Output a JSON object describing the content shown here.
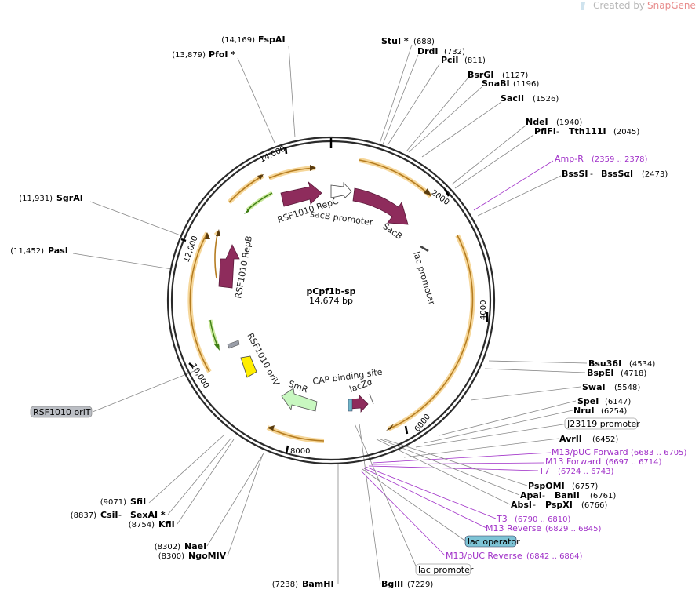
{
  "watermark": {
    "prefix": "Created by ",
    "brand": "SnapGene"
  },
  "plasmid": {
    "name": "pCpf1b-sp",
    "size": "14,674 bp"
  },
  "ticks": {
    "t2000": "2000",
    "t4000": "4000",
    "t6000": "6000",
    "t8000": "8000",
    "t10000": "10,000",
    "t12000": "12,000",
    "t14000": "14,000"
  },
  "features": {
    "rsf_repc": "RSF1010 RepC",
    "sacb_promoter": "sacB promoter",
    "sacb": "SacB",
    "lac_promoter_inner": "lac promoter",
    "rsf_repb": "RSF1010 RepB",
    "rsf_oriv": "RSF1010 oriV",
    "smr": "SmR",
    "cap_site": "CAP binding site",
    "lacza": "lacZα"
  },
  "sites": {
    "fspai": {
      "name": "FspAI",
      "pos": "(14,169)"
    },
    "pfoi": {
      "name": "PfoI *",
      "pos": "(13,879)"
    },
    "stui": {
      "name": "StuI *",
      "pos": "(688)"
    },
    "drdi": {
      "name": "DrdI",
      "pos": "(732)"
    },
    "pcii": {
      "name": "PciI",
      "pos": "(811)"
    },
    "bsrgi": {
      "name": "BsrGI",
      "pos": "(1127)"
    },
    "snabi": {
      "name": "SnaBI",
      "pos": "(1196)"
    },
    "sacii": {
      "name": "SacII",
      "pos": "(1526)"
    },
    "ndei": {
      "name": "NdeI",
      "pos": "(1940)"
    },
    "pflfi": {
      "name": "PflFI",
      "sep": " - ",
      "name2": "Tth111I",
      "pos": "(2045)"
    },
    "ampr": {
      "name": "Amp-R",
      "pos": "(2359 .. 2378)"
    },
    "bsssi": {
      "name": "BssSI",
      "sep": " - ",
      "name2": "BssSαI",
      "pos": "(2473)"
    },
    "sgrai": {
      "name": "SgrAI",
      "pos": "(11,931)"
    },
    "pasi": {
      "name": "PasI",
      "pos": "(11,452)"
    },
    "bsu36i": {
      "name": "Bsu36I",
      "pos": "(4534)"
    },
    "bspei": {
      "name": "BspEI",
      "pos": "(4718)"
    },
    "swai": {
      "name": "SwaI",
      "pos": "(5548)"
    },
    "spei": {
      "name": "SpeI",
      "pos": "(6147)"
    },
    "nrui": {
      "name": "NruI",
      "pos": "(6254)"
    },
    "j23119": {
      "name": "J23119 promoter"
    },
    "avrii": {
      "name": "AvrII",
      "pos": "(6452)"
    },
    "m13puc_fwd": {
      "name": "M13/pUC Forward",
      "pos": "(6683 .. 6705)"
    },
    "m13_fwd": {
      "name": "M13 Forward",
      "pos": "(6697 .. 6714)"
    },
    "t7": {
      "name": "T7",
      "pos": "(6724 .. 6743)"
    },
    "pspomi": {
      "name": "PspOMI",
      "pos": "(6757)"
    },
    "apai": {
      "name": "ApaI",
      "sep": " - ",
      "name2": "BanII",
      "pos": "(6761)"
    },
    "absi": {
      "name": "AbsI",
      "sep": " - ",
      "name2": "PspXI",
      "pos": "(6766)"
    },
    "t3": {
      "name": "T3",
      "pos": "(6790 .. 6810)"
    },
    "m13_rev": {
      "name": "M13 Reverse",
      "pos": "(6829 .. 6845)"
    },
    "lac_operator": {
      "name": "lac operator"
    },
    "m13puc_rev": {
      "name": "M13/pUC Reverse",
      "pos": "(6842 .. 6864)"
    },
    "lac_promoter_out": {
      "name": "lac promoter"
    },
    "bglii": {
      "name": "BglII",
      "pos": "(7229)"
    },
    "bamhi": {
      "name": "BamHI",
      "pos": "(7238)"
    },
    "ngomiv": {
      "name": "NgoMIV",
      "pos": "(8300)"
    },
    "naei": {
      "name": "NaeI",
      "pos": "(8302)"
    },
    "kfli": {
      "name": "KflI",
      "pos": "(8754)"
    },
    "csii": {
      "name": "CsiI",
      "sep": " - ",
      "name2": "SexAI *",
      "pos": "(8837)"
    },
    "sfii": {
      "name": "SfiI",
      "pos": "(9071)"
    },
    "rsf_orit": {
      "name": "RSF1010 oriT"
    }
  }
}
